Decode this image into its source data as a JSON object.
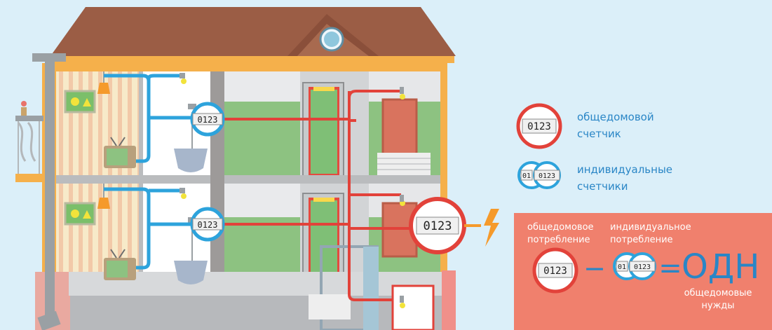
{
  "meter_digits": "0123",
  "meter_digits_small_left": "01",
  "legend": {
    "common_meter_line1": "общедомовой",
    "common_meter_line2": "счетчик",
    "individual_meters_line1": "индивидуальные",
    "individual_meters_line2": "счетчики"
  },
  "formula": {
    "common_consumption_line1": "общедомовое",
    "common_consumption_line2": "потребление",
    "individual_consumption_line1": "индивидуальное",
    "individual_consumption_line2": "потребление",
    "minus_sign": "−",
    "equals_sign": "=",
    "result": "ОДН",
    "result_caption_line1": "общедомовые",
    "result_caption_line2": "нужды"
  },
  "colors": {
    "sky": "#dbeff9",
    "roof": "#9b5d45",
    "wall_outer": "#f5b04b",
    "common_line": "#e2423a",
    "individual_line": "#2da3dc",
    "formula_panel": "#f0806d",
    "accent_blue": "#2a86c6"
  }
}
